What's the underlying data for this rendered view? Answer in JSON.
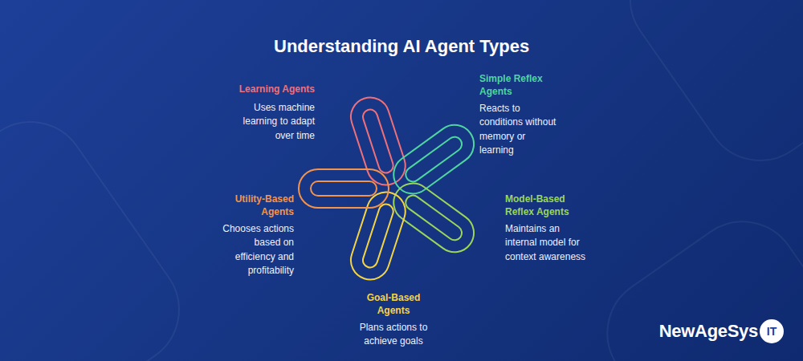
{
  "diagram": {
    "title": "Understanding AI Agent Types",
    "labels": [
      "Learning Agents",
      "Uses machine learning to adapt over time",
      "Simple Reflex Agents",
      "Reacts to conditions without memory or learning",
      "Model-Based Reflex Agents",
      "Maintains an internal model for context awareness",
      "Utility-Based Agents",
      "Chooses actions based on efficiency and profitability",
      "Goal-Based Agents",
      "Plans actions to achieve goals",
      "NewAgeSys",
      "IT"
    ]
  }
}
